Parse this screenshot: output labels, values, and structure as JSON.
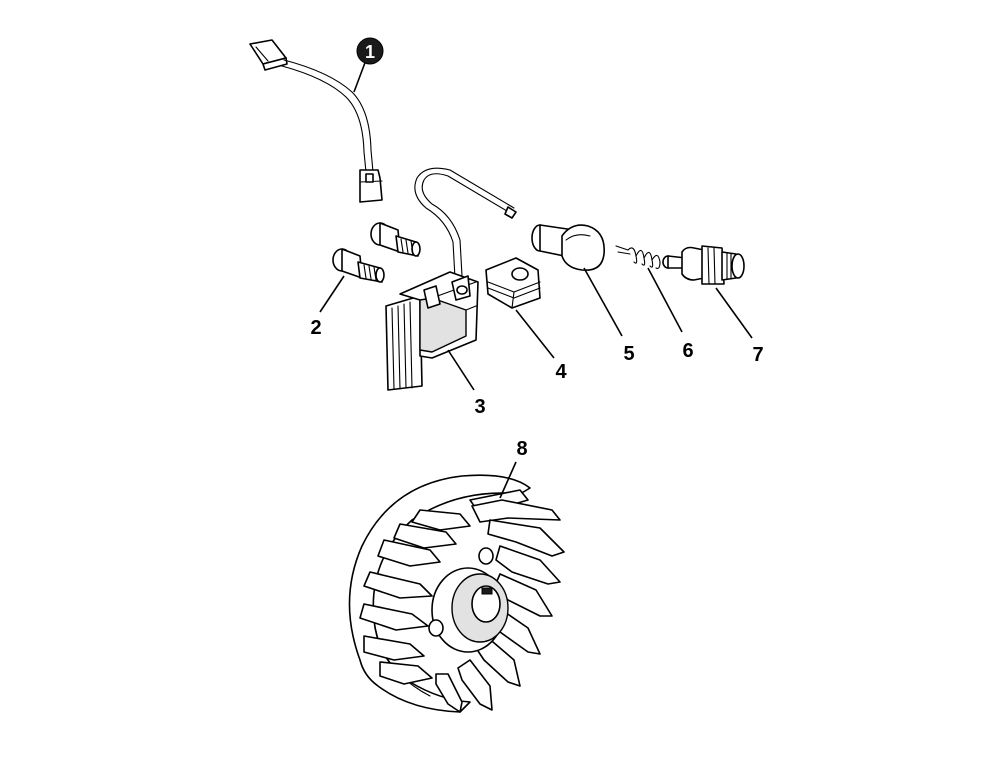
{
  "callouts": [
    {
      "id": "1",
      "label": "1",
      "style": "circled",
      "part": "ignition-wire"
    },
    {
      "id": "2",
      "label": "2",
      "style": "plain",
      "part": "mounting-screws"
    },
    {
      "id": "3",
      "label": "3",
      "style": "plain",
      "part": "ignition-coil"
    },
    {
      "id": "4",
      "label": "4",
      "style": "plain",
      "part": "grommet"
    },
    {
      "id": "5",
      "label": "5",
      "style": "plain",
      "part": "spark-plug-boot"
    },
    {
      "id": "6",
      "label": "6",
      "style": "plain",
      "part": "spring"
    },
    {
      "id": "7",
      "label": "7",
      "style": "plain",
      "part": "spark-plug"
    },
    {
      "id": "8",
      "label": "8",
      "style": "plain",
      "part": "flywheel"
    }
  ]
}
